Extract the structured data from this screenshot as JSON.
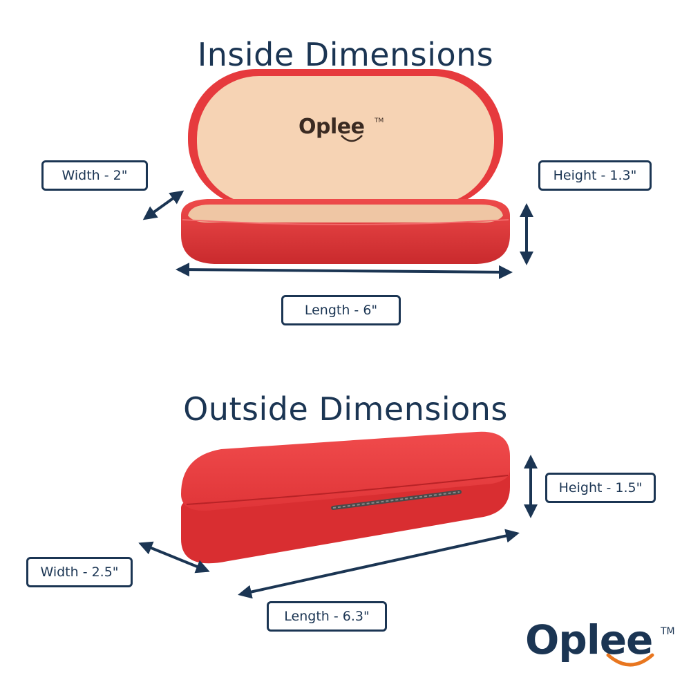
{
  "inside": {
    "title": "Inside Dimensions",
    "width_label": "Width - 2\"",
    "height_label": "Height - 1.3\"",
    "length_label": "Length - 6\""
  },
  "outside": {
    "title": "Outside Dimensions",
    "width_label": "Width - 2.5\"",
    "height_label": "Height - 1.5\"",
    "length_label": "Length - 6.3\""
  },
  "brand": {
    "name": "Oplee",
    "tm": "TM"
  },
  "colors": {
    "navy": "#1b3553",
    "case_red": "#e03538",
    "lining_beige": "#f6d3b4",
    "accent_orange": "#e8761f"
  }
}
